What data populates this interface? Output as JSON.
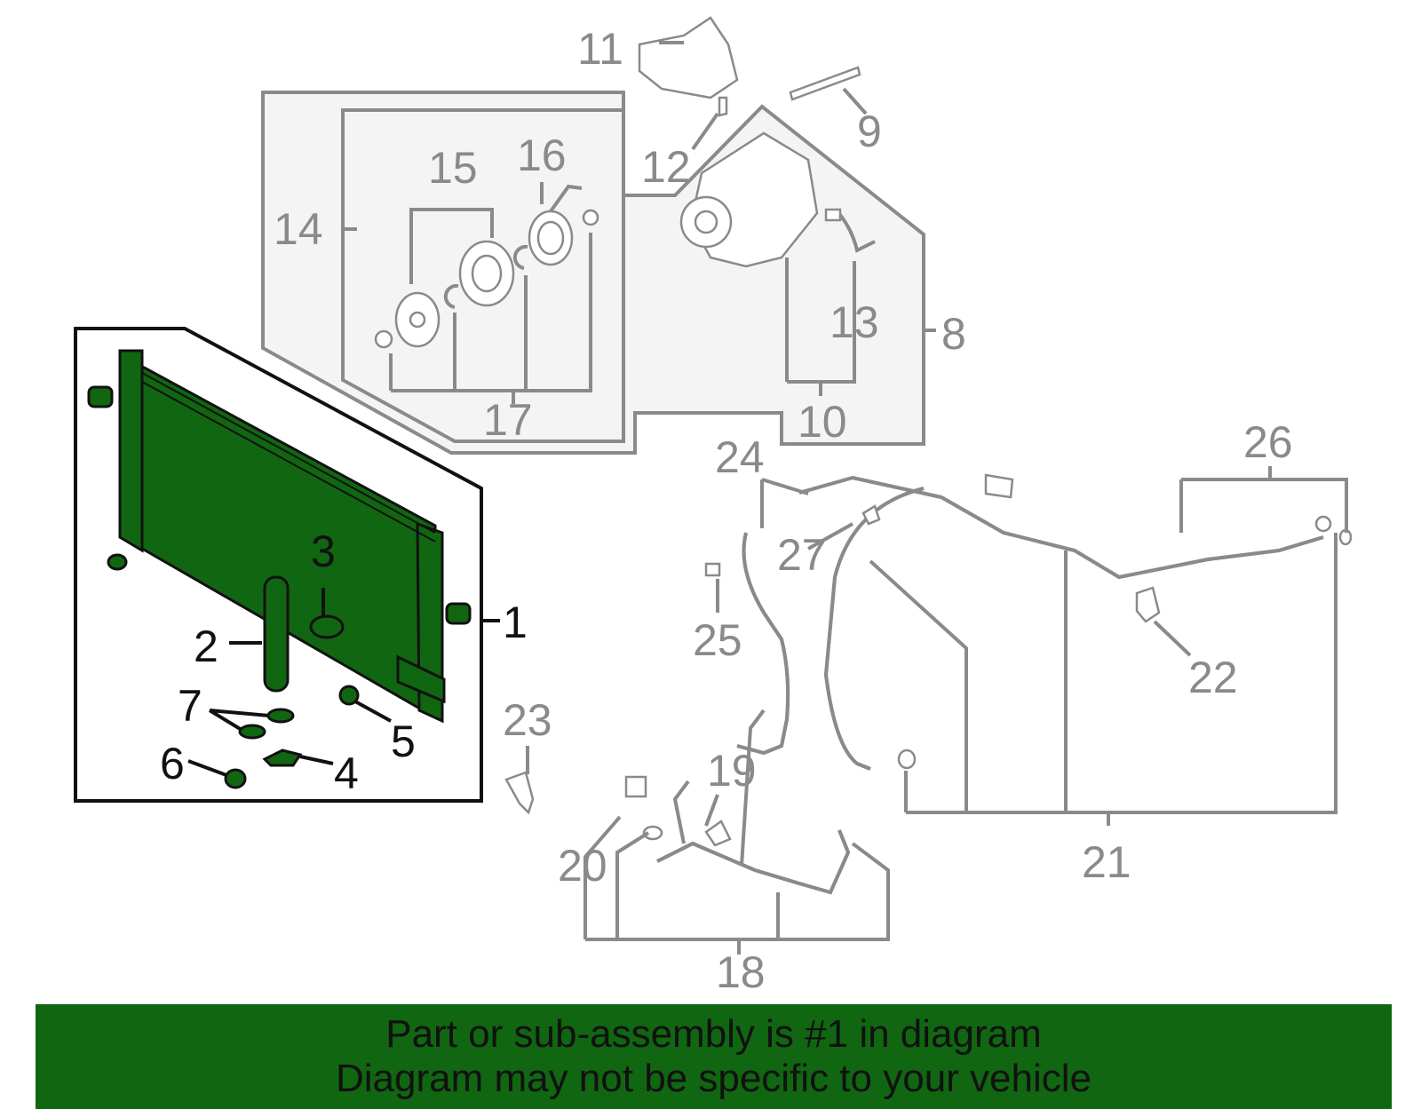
{
  "colors": {
    "highlight": "#116611",
    "outline_gray": "#8a8a8a",
    "outline_black": "#111111",
    "box_fill": "#f4f4f4"
  },
  "callouts": {
    "c1": "1",
    "c2": "2",
    "c3": "3",
    "c4": "4",
    "c5": "5",
    "c6": "6",
    "c7": "7",
    "c8": "8",
    "c9": "9",
    "c10": "10",
    "c11": "11",
    "c12": "12",
    "c13": "13",
    "c14": "14",
    "c15": "15",
    "c16": "16",
    "c17": "17",
    "c18": "18",
    "c19": "19",
    "c20": "20",
    "c21": "21",
    "c22": "22",
    "c23": "23",
    "c24": "24",
    "c25": "25",
    "c26": "26",
    "c27": "27"
  },
  "banner": {
    "line1": "Part or sub-assembly is #1 in diagram",
    "line2": "Diagram may not be specific to your vehicle"
  }
}
